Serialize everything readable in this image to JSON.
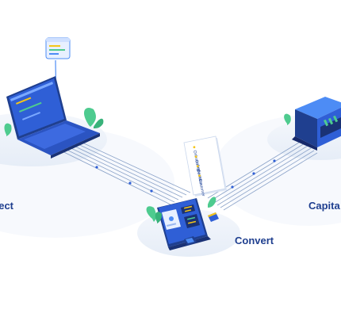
{
  "stages": {
    "collect": {
      "label": "llect"
    },
    "convert": {
      "label": "Convert"
    },
    "capitalize": {
      "label": "Capita"
    }
  },
  "document_card": {
    "items": [
      {
        "text": "Onboarding",
        "bullet_color": "#f5c518"
      },
      {
        "text": "Compliance",
        "bullet_color": "#f5c518"
      },
      {
        "text": "Decision",
        "bullet_color": "#f5c518"
      },
      {
        "text": "Customer",
        "bullet_color": "#f5c518"
      }
    ]
  },
  "colors": {
    "primary_blue": "#2f5fd6",
    "dark_blue": "#1f3f8f",
    "light_blue": "#4d8cf5",
    "accent_yellow": "#f5c518",
    "leaf_green": "#4ecb8f",
    "platform": "#eef3fa"
  }
}
